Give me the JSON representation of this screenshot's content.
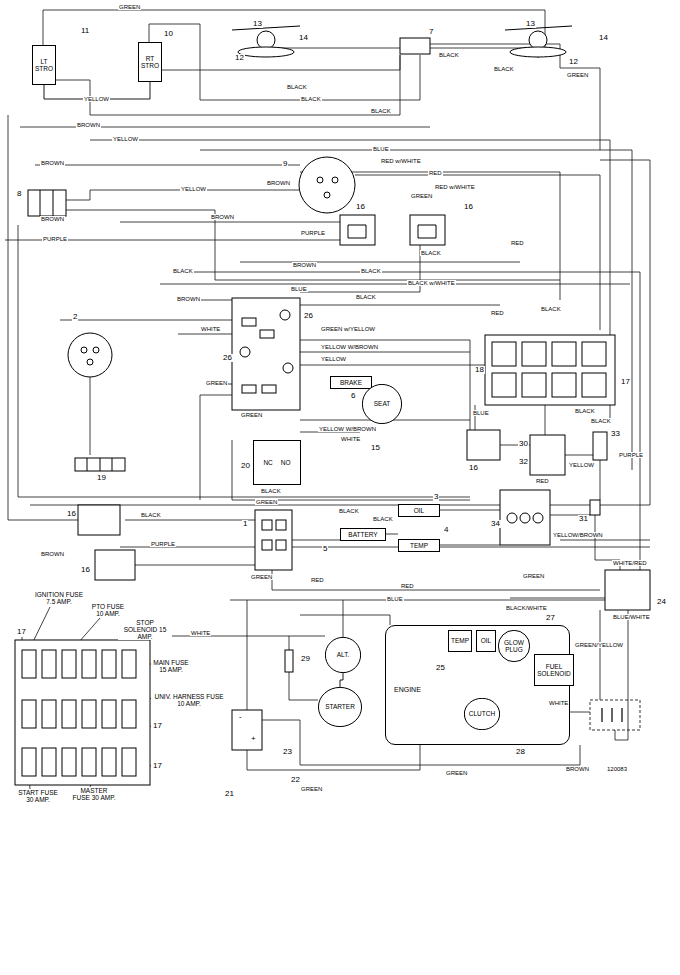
{
  "diagram": {
    "nodes": [
      {
        "text": [
          "LT STRO"
        ]
      },
      {
        "text": [
          "RT STRO"
        ]
      },
      {
        "text": [
          "BRAKE"
        ]
      },
      {
        "text": [
          "SEAT"
        ]
      },
      {
        "text": [
          "NC",
          "NO"
        ]
      },
      {
        "text": [
          "OIL"
        ]
      },
      {
        "text": [
          "TEMP"
        ]
      },
      {
        "text": [
          "BATTERY"
        ]
      },
      {
        "text": [
          "ALT."
        ]
      },
      {
        "text": [
          "STARTER"
        ]
      },
      {
        "text": [
          "ENGINE"
        ]
      },
      {
        "text": [
          "TEMP"
        ],
        "in": 10
      },
      {
        "text": [
          "OIL"
        ],
        "in": 10
      },
      {
        "text": [
          "GLOW PLUG"
        ],
        "in": 10
      },
      {
        "text": [
          "FUEL SOLENOID"
        ],
        "in": 10
      },
      {
        "text": [
          "CLUTCH"
        ],
        "in": 10
      }
    ],
    "edges": [
      {
        "from": 0,
        "to": 1,
        "label": "YELLOW",
        "arrow": "none"
      },
      {
        "from": 8,
        "to": 9,
        "arrow": "none"
      }
    ],
    "labels": [
      "GREEN",
      "11",
      "10",
      "13",
      "14",
      "12",
      "7",
      "13",
      "14",
      "12",
      "BLACK",
      "BLACK",
      "BLACK",
      "GREEN",
      "BLACK",
      "BLACK",
      "BROWN",
      "YELLOW",
      "BLUE",
      "8",
      "BROWN",
      "BROWN",
      "9",
      "BROWN",
      "RED w/WHITE",
      "RED",
      "YELLOW",
      "BROWN",
      "PURPLE",
      "PURPLE",
      "16",
      "GREEN",
      "RED w/WHITE",
      "16",
      "BLACK",
      "RED",
      "BROWN",
      "BLACK",
      "BLACK",
      "BLACK w/WHITE",
      "BROWN",
      "BLUE",
      "BLACK",
      "2",
      "WHITE",
      "26",
      "GREEN w/YELLOW",
      "26",
      "YELLOW W/BROWN",
      "YELLOW",
      "GREEN",
      "GREEN",
      "6",
      "YELLOW W/BROWN",
      "WHITE",
      "15",
      "RED",
      "BLACK",
      "18",
      "17",
      "BLUE",
      "BLACK",
      "BLACK",
      "33",
      "PURPLE",
      "19",
      "20",
      "BLACK",
      "GREEN",
      "16",
      "30",
      "32",
      "RED",
      "YELLOW",
      "BLACK",
      "3",
      "4",
      "BLACK",
      "1",
      "5",
      "GREEN",
      "16",
      "BLACK",
      "BROWN",
      "PURPLE",
      "16",
      "34",
      "31",
      "YELLOW/BROWN",
      "RED",
      "BLUE",
      "RED",
      "GREEN",
      "WHITE/RED",
      "24",
      "BLACK/WHITE",
      "GREEN/YELLOW",
      "BLUE/WHITE",
      "WHITE",
      "27",
      "25",
      "29",
      "WHITE",
      "21",
      "22",
      "23",
      "28",
      "GREEN",
      "GREEN",
      "BROWN",
      "120083",
      "17",
      "17",
      "17",
      "IGNITION FUSE 7.5 AMP.",
      "PTO FUSE 10 AMP.",
      "STOP SOLENOID 15 AMP.",
      "MAIN FUSE 15 AMP.",
      "UNIV. HARNESS FUSE 10 AMP.",
      "MASTER FUSE 30 AMP.",
      "START FUSE 30 AMP.",
      "-",
      "+"
    ]
  }
}
